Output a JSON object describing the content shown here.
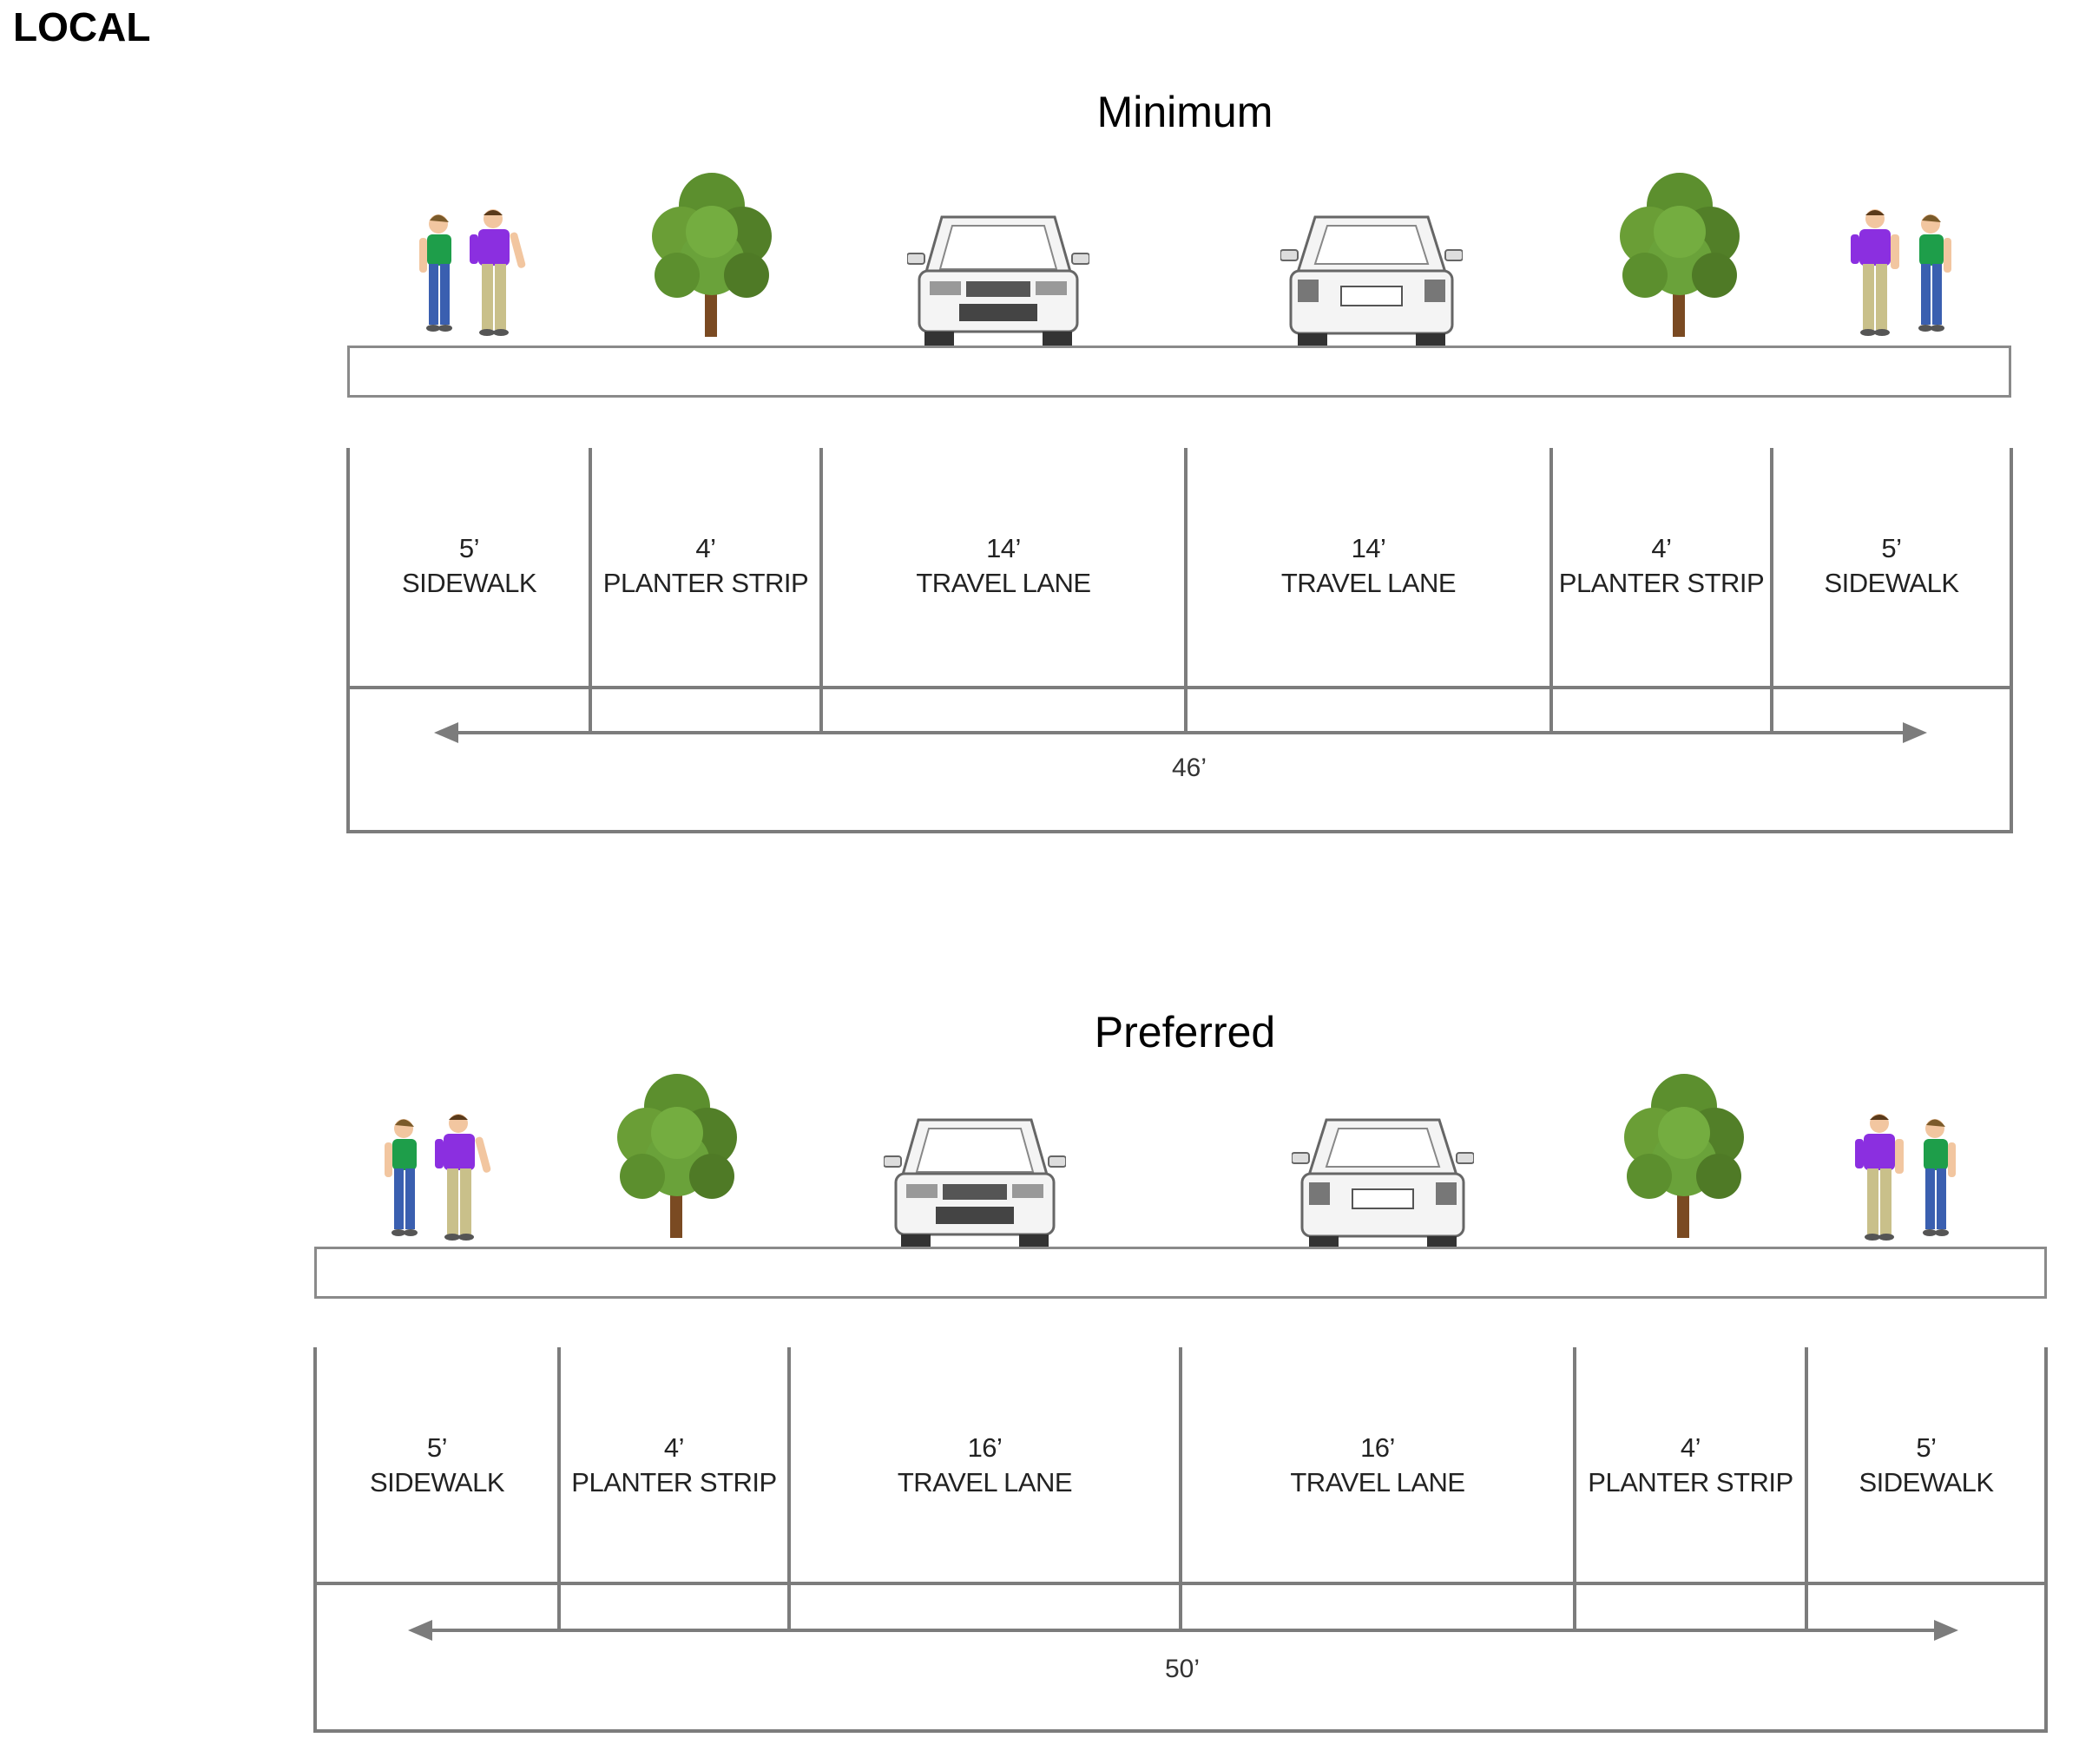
{
  "page_title": "LOCAL",
  "sections": [
    {
      "title": "Minimum",
      "total_width": "46’",
      "segments": [
        {
          "width": "5’",
          "label": "SIDEWALK"
        },
        {
          "width": "4’",
          "label": "PLANTER STRIP"
        },
        {
          "width": "14’",
          "label": "TRAVEL LANE"
        },
        {
          "width": "14’",
          "label": "TRAVEL LANE"
        },
        {
          "width": "4’",
          "label": "PLANTER STRIP"
        },
        {
          "width": "5’",
          "label": "SIDEWALK"
        }
      ]
    },
    {
      "title": "Preferred",
      "total_width": "50’",
      "segments": [
        {
          "width": "5’",
          "label": "SIDEWALK"
        },
        {
          "width": "4’",
          "label": "PLANTER STRIP"
        },
        {
          "width": "16’",
          "label": "TRAVEL LANE"
        },
        {
          "width": "16’",
          "label": "TRAVEL LANE"
        },
        {
          "width": "4’",
          "label": "PLANTER STRIP"
        },
        {
          "width": "5’",
          "label": "SIDEWALK"
        }
      ]
    }
  ],
  "icons": {
    "pedestrians": "pedestrians-icon",
    "tree": "tree-icon",
    "car_front": "car-front-icon",
    "car_rear": "car-rear-icon"
  },
  "colors": {
    "line": "#7c7c7c",
    "shirt_green": "#1e9e4a",
    "shirt_purple": "#8b2fe0",
    "pants_blue": "#3a5fb0",
    "pants_khaki": "#c9c08a",
    "foliage": "#5c8f2e",
    "trunk": "#7a4a22"
  }
}
